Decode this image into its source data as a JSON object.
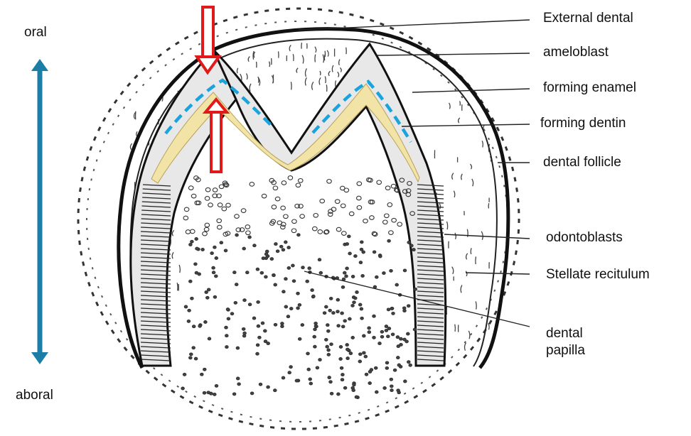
{
  "orientation": {
    "top_label": "oral",
    "bottom_label": "aboral",
    "arrow_color": "#1b7ea6"
  },
  "labels": {
    "external_dental": "External dental",
    "ameloblast": "ameloblast",
    "forming_enamel": "forming enamel",
    "forming_dentin": "forming dentin",
    "dental_follicle": "dental follicle",
    "odontoblasts": "odontoblasts",
    "stellate_reticulum": "Stellate recitulum",
    "dental_papilla_line1": "dental",
    "dental_papilla_line2": "papilla"
  },
  "colors": {
    "dentin_fill": "#f2e3a6",
    "enamel_dash": "#1aa3dc",
    "marker_arrows": "#e01a1a",
    "ink": "#1a1a1a"
  },
  "icons": {
    "top_marker": "red-down-arrow",
    "bottom_marker": "red-up-arrow",
    "orientation": "double-headed-vertical-arrow"
  }
}
